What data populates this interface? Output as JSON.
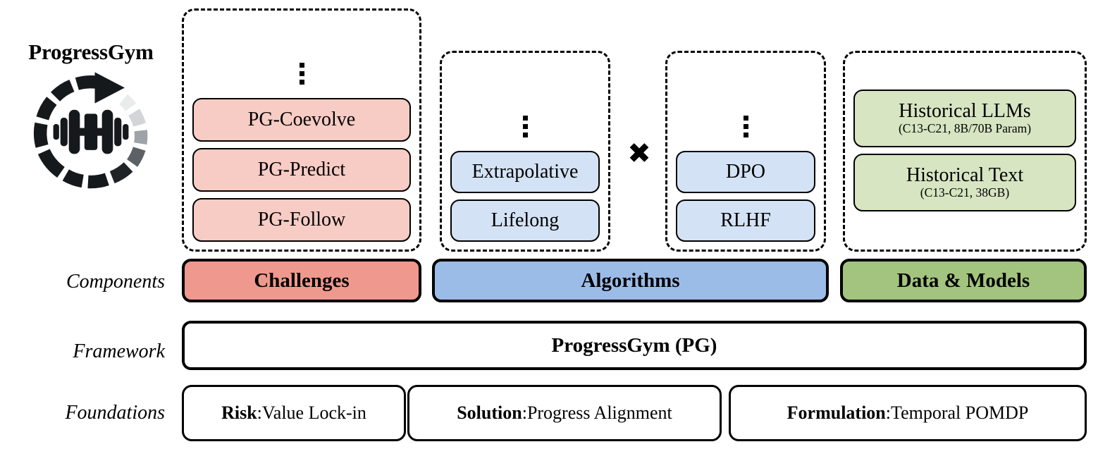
{
  "brand": {
    "title": "ProgressGym",
    "logo_icon": "circular-progress-arrow-dumbbell-logo"
  },
  "row_labels": {
    "components": "Components",
    "framework": "Framework",
    "foundations": "Foundations"
  },
  "columns": {
    "challenges": {
      "ellipsis": "vertical-ellipsis",
      "items": [
        {
          "title": "PG-Coevolve"
        },
        {
          "title": "PG-Predict"
        },
        {
          "title": "PG-Follow"
        }
      ]
    },
    "algorithm_paradigms": {
      "ellipsis": "vertical-ellipsis",
      "items": [
        {
          "title": "Extrapolative"
        },
        {
          "title": "Lifelong"
        }
      ]
    },
    "operator": "✖",
    "algorithm_methods": {
      "ellipsis": "vertical-ellipsis",
      "items": [
        {
          "title": "DPO"
        },
        {
          "title": "RLHF"
        }
      ]
    },
    "data_models": {
      "items": [
        {
          "title": "Historical LLMs",
          "subtitle": "(C13-C21, 8B/70B Param)"
        },
        {
          "title": "Historical Text",
          "subtitle": "(C13-C21, 38GB)"
        }
      ]
    }
  },
  "components_bars": [
    {
      "label": "Challenges",
      "color": "#EF998E"
    },
    {
      "label": "Algorithms",
      "color": "#9CBCE8"
    },
    {
      "label": "Data & Models",
      "color": "#A3C47E"
    }
  ],
  "framework": {
    "label": "ProgressGym (PG)"
  },
  "foundations": [
    {
      "key": "Risk",
      "separator": ": ",
      "value": "Value Lock-in"
    },
    {
      "key": "Solution",
      "separator": ": ",
      "value": "Progress Alignment"
    },
    {
      "key": "Formulation",
      "separator": ": ",
      "value": "Temporal POMDP"
    }
  ],
  "colors": {
    "challenge_bar": "#EF998E",
    "algorithm_bar": "#9CBCE8",
    "data_bar": "#A3C47E",
    "challenge_chip": "#F7CCC4",
    "algorithm_chip": "#D4E2F5",
    "data_chip": "#D7E5C2",
    "outline": "#000000",
    "background": "#FFFFFF"
  }
}
